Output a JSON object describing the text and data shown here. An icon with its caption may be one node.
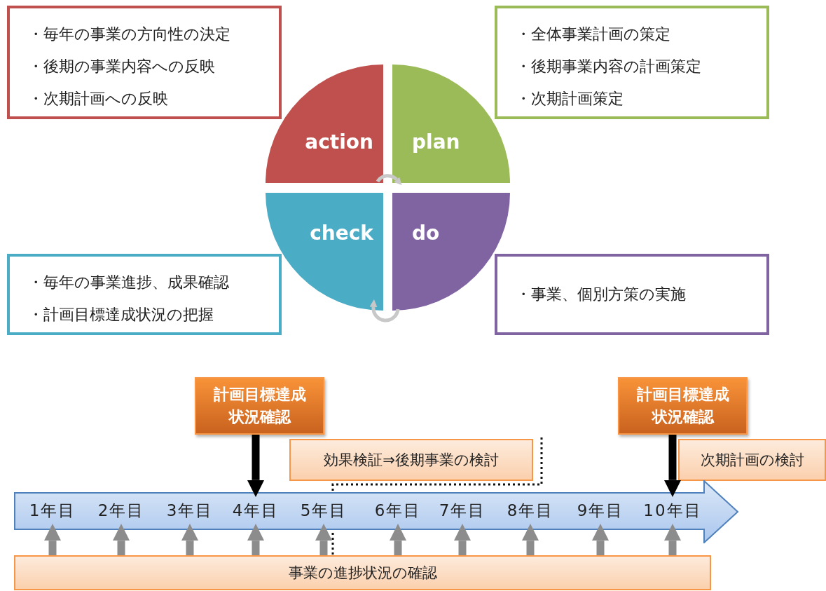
{
  "diagram": {
    "nodes": [
      {
        "text": [
          "・毎年の事業の方向性の決定",
          "・後期の事業内容への反映",
          "・次期計画への反映"
        ]
      },
      {
        "text": [
          "・全体事業計画の策定",
          "・後期事業内容の計画策定",
          "・次期計画策定"
        ]
      },
      {
        "text": [
          "action"
        ]
      },
      {
        "text": [
          "plan"
        ]
      },
      {
        "text": [
          "check"
        ]
      },
      {
        "text": [
          "do"
        ]
      },
      {
        "text": [
          "・毎年の事業進捗、成果確認",
          "・計画目標達成状況の把握"
        ]
      },
      {
        "text": [
          "・事業、個別方策の実施"
        ]
      },
      {
        "text": [
          "計画目標達成状況確認"
        ]
      },
      {
        "text": [
          "効果検証⇒後期事業の検討"
        ]
      },
      {
        "text": [
          "計画目標達成状況確認"
        ]
      },
      {
        "text": [
          "次期計画の検討"
        ]
      },
      {
        "text": [],
        "shape": "arrow"
      },
      {
        "text": [
          "1年目"
        ],
        "in": 12
      },
      {
        "text": [
          "2年目"
        ],
        "in": 12
      },
      {
        "text": [
          "3年目"
        ],
        "in": 12
      },
      {
        "text": [
          "4年目"
        ],
        "in": 12
      },
      {
        "text": [
          "5年目"
        ],
        "in": 12
      },
      {
        "text": [
          "6年目"
        ],
        "in": 12
      },
      {
        "text": [
          "7年目"
        ],
        "in": 12
      },
      {
        "text": [
          "8年目"
        ],
        "in": 12
      },
      {
        "text": [
          "9年目"
        ],
        "in": 12
      },
      {
        "text": [
          "10年目"
        ],
        "in": 12
      },
      {
        "text": [
          "事業の進捗状況の確認"
        ]
      }
    ],
    "edges": [
      {
        "from": 2,
        "to": 3,
        "arrow": "to",
        "color": "#c8c8c8"
      },
      {
        "from": 5,
        "to": 4,
        "arrow": "to",
        "color": "#c8c8c8"
      },
      {
        "from": 8,
        "to": 16,
        "arrow": "to",
        "color": "#000000"
      },
      {
        "from": 10,
        "to": 22,
        "arrow": "to",
        "color": "#000000"
      },
      {
        "from": 23,
        "to": 13,
        "arrow": "to"
      },
      {
        "from": 23,
        "to": 14,
        "arrow": "to"
      },
      {
        "from": 23,
        "to": 15,
        "arrow": "to"
      },
      {
        "from": 23,
        "to": 16,
        "arrow": "to"
      },
      {
        "from": 23,
        "to": 17,
        "arrow": "to"
      },
      {
        "from": 23,
        "to": 18,
        "arrow": "to"
      },
      {
        "from": 23,
        "to": 19,
        "arrow": "to"
      },
      {
        "from": 23,
        "to": 20,
        "arrow": "to"
      },
      {
        "from": 23,
        "to": 21,
        "arrow": "to"
      },
      {
        "from": 23,
        "to": 22,
        "arrow": "to"
      }
    ]
  }
}
